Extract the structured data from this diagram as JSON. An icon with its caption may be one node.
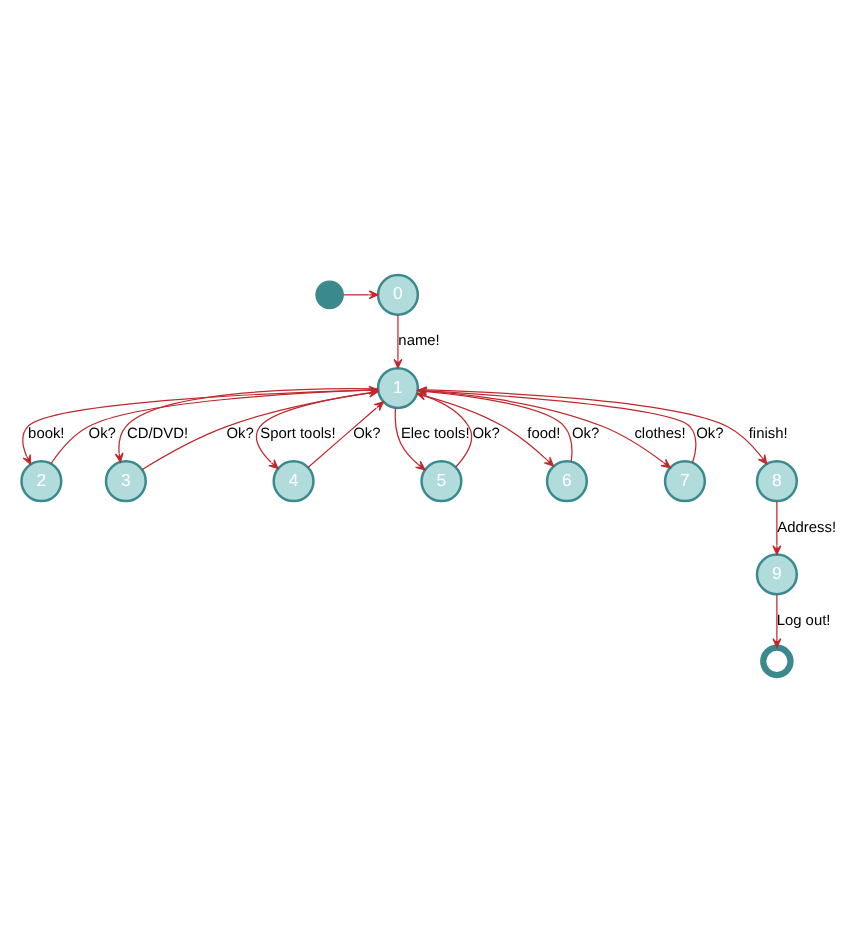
{
  "diagram": {
    "nodes": [
      {
        "text": [],
        "shape": "circle"
      },
      {
        "text": [
          "0"
        ]
      },
      {
        "text": [
          "1"
        ]
      },
      {
        "text": [
          "2"
        ]
      },
      {
        "text": [
          "3"
        ]
      },
      {
        "text": [
          "4"
        ]
      },
      {
        "text": [
          "5"
        ]
      },
      {
        "text": [
          "6"
        ]
      },
      {
        "text": [
          "7"
        ]
      },
      {
        "text": [
          "8"
        ]
      },
      {
        "text": [
          "9"
        ]
      },
      {
        "text": [],
        "shape": "circle"
      }
    ],
    "edges": [
      {
        "from": 0,
        "to": 1,
        "arrow": "to"
      },
      {
        "from": 1,
        "to": 2,
        "arrow": "to",
        "label": "name!"
      },
      {
        "from": 3,
        "to": 2,
        "arrow": "to",
        "label": "Ok?"
      },
      {
        "from": 2,
        "to": 3,
        "arrow": "to",
        "label": "book!"
      },
      {
        "from": 4,
        "to": 2,
        "arrow": "to",
        "label": "Ok?"
      },
      {
        "from": 2,
        "to": 4,
        "arrow": "to",
        "label": "CD/DVD!"
      },
      {
        "from": 5,
        "to": 2,
        "arrow": "to",
        "label": "Ok?"
      },
      {
        "from": 2,
        "to": 5,
        "arrow": "to",
        "label": "Sport tools!"
      },
      {
        "from": 2,
        "to": 7,
        "arrow": "to",
        "label": "food!"
      },
      {
        "from": 7,
        "to": 2,
        "arrow": "to",
        "label": "Ok?"
      },
      {
        "from": 2,
        "to": 6,
        "arrow": "to",
        "label": "Elec tools!"
      },
      {
        "from": 6,
        "to": 2,
        "arrow": "to",
        "label": "Ok?"
      },
      {
        "from": 2,
        "to": 8,
        "arrow": "to",
        "label": "clothes!"
      },
      {
        "from": 8,
        "to": 2,
        "arrow": "to",
        "label": "Ok?"
      },
      {
        "from": 2,
        "to": 9,
        "arrow": "to",
        "label": "finish!"
      },
      {
        "from": 9,
        "to": 10,
        "arrow": "to",
        "label": "Address!"
      },
      {
        "from": 10,
        "to": 11,
        "arrow": "to",
        "label": "Log out!"
      }
    ]
  }
}
